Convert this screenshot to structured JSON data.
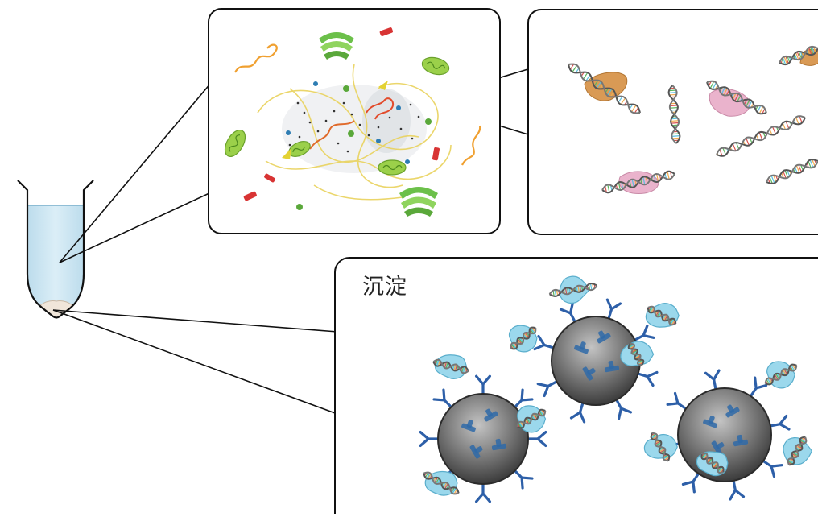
{
  "labels": {
    "precipitate": "沉淀"
  },
  "figure": {
    "tube": "microcentrifuge-tube",
    "panels": [
      "cell-lysate-panel",
      "chromatin-fragments-panel",
      "precipitate-panel"
    ]
  },
  "colors": {
    "tube_liquid": "#cfe6f2",
    "outline": "#111111",
    "bead_dark": "#4d4d4d",
    "bead_light": "#b8b8b8",
    "antibody": "#2d5fa8",
    "protein_blue": "#8ed3ea",
    "protein_orange": "#d99a55",
    "protein_pink": "#e7a9c4",
    "mitochondria": "#8cc63f",
    "ribosome": "#d13b3b",
    "rna": "#f2a33a"
  }
}
